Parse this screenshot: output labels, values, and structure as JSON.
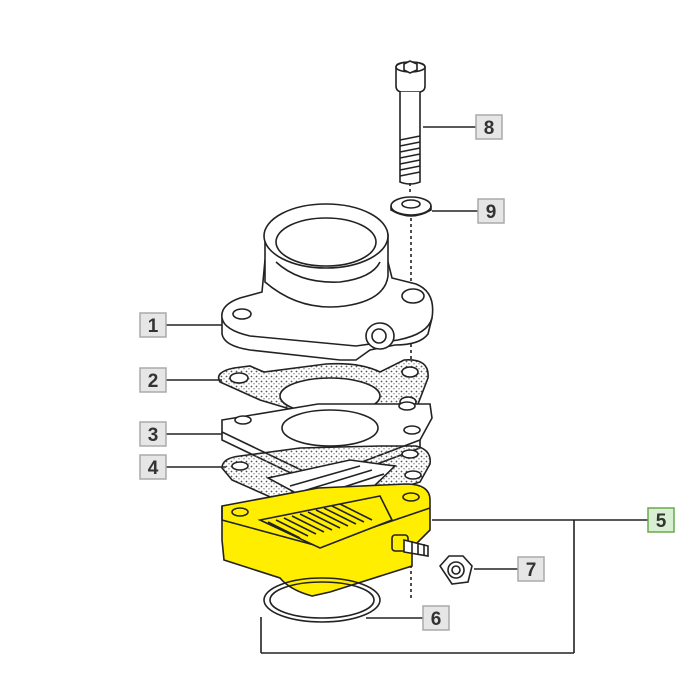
{
  "callouts": [
    {
      "id": "1",
      "label": "1"
    },
    {
      "id": "2",
      "label": "2"
    },
    {
      "id": "3",
      "label": "3"
    },
    {
      "id": "4",
      "label": "4"
    },
    {
      "id": "5",
      "label": "5"
    },
    {
      "id": "6",
      "label": "6"
    },
    {
      "id": "7",
      "label": "7"
    },
    {
      "id": "8",
      "label": "8"
    },
    {
      "id": "9",
      "label": "9"
    }
  ],
  "colors": {
    "highlight": "#ffee00",
    "callout_fill": "#e6e6e6",
    "callout_highlight_fill": "#d9efd4",
    "callout_highlight_border": "#6aa84f"
  }
}
